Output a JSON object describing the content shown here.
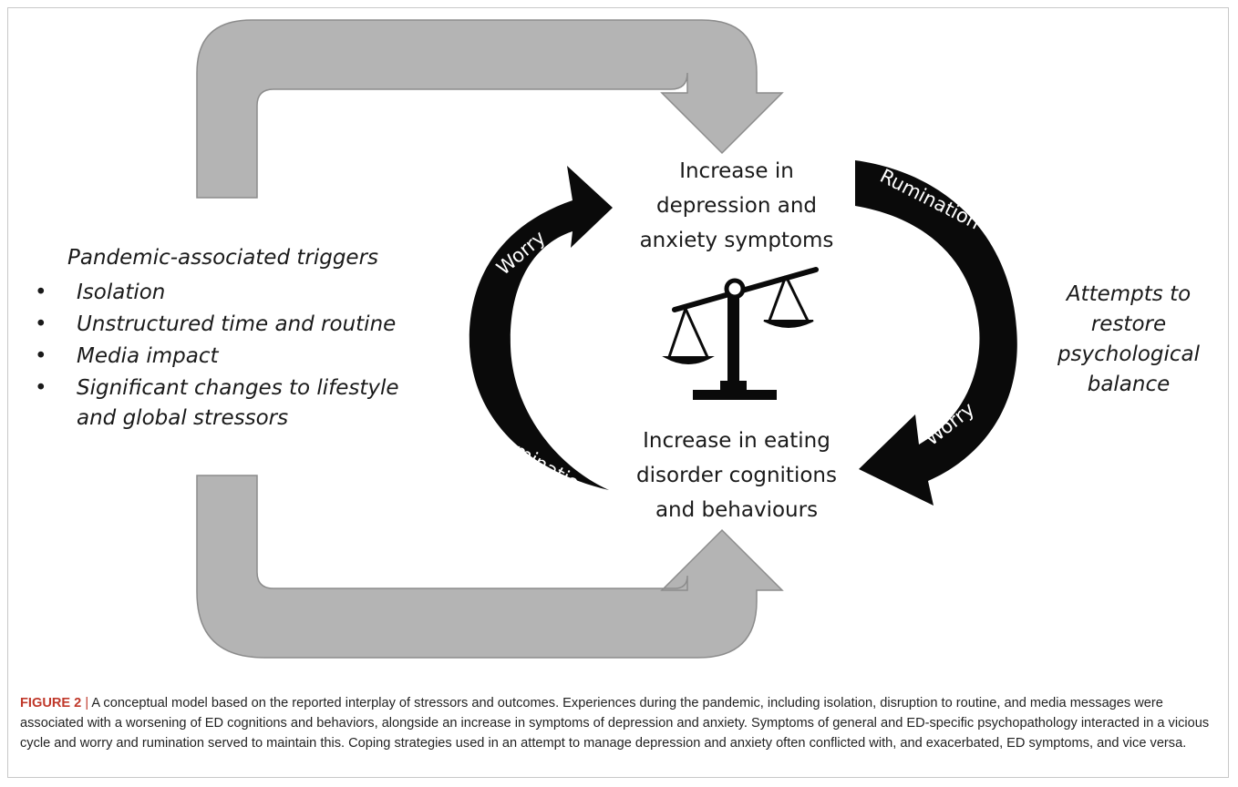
{
  "triggers": {
    "title": "Pandemic-associated triggers",
    "items": [
      {
        "bullet": "•",
        "lines": [
          "Isolation"
        ]
      },
      {
        "bullet": "•",
        "lines": [
          "Unstructured time and routine"
        ]
      },
      {
        "bullet": "•",
        "lines": [
          "Media impact"
        ]
      },
      {
        "bullet": "•",
        "lines": [
          "Significant changes to lifestyle",
          "and global stressors"
        ]
      }
    ]
  },
  "nodes": {
    "top": [
      "Increase in",
      "depression and",
      "anxiety symptoms"
    ],
    "bottom": [
      "Increase in eating",
      "disorder cognitions",
      "and behaviours"
    ]
  },
  "cycle": {
    "left_up_label": "Worry",
    "left_down_label": "Rumination",
    "right_down_label": "Rumination",
    "right_up_label": "Worry"
  },
  "attempts": [
    "Attempts to",
    "restore",
    "psychological",
    "balance"
  ],
  "colors": {
    "gray_arrow": "#b4b4b4",
    "gray_arrow_stroke": "#8c8c8c",
    "black_arrow": "#0a0a0a",
    "caption_label": "#c0392b"
  },
  "icons": {
    "scale": "balance-scale-icon"
  },
  "caption": {
    "label": "FIGURE 2",
    "separator": "|",
    "text": "A conceptual model based on the reported interplay of stressors and outcomes. Experiences during the pandemic, including isolation, disruption to routine, and media messages were associated with a worsening of ED cognitions and behaviors, alongside an increase in symptoms of depression and anxiety. Symptoms of general and ED-specific psychopathology interacted in a vicious cycle and worry and rumination served to maintain this. Coping strategies used in an attempt to manage depression and anxiety often conflicted with, and exacerbated, ED symptoms, and vice versa."
  }
}
